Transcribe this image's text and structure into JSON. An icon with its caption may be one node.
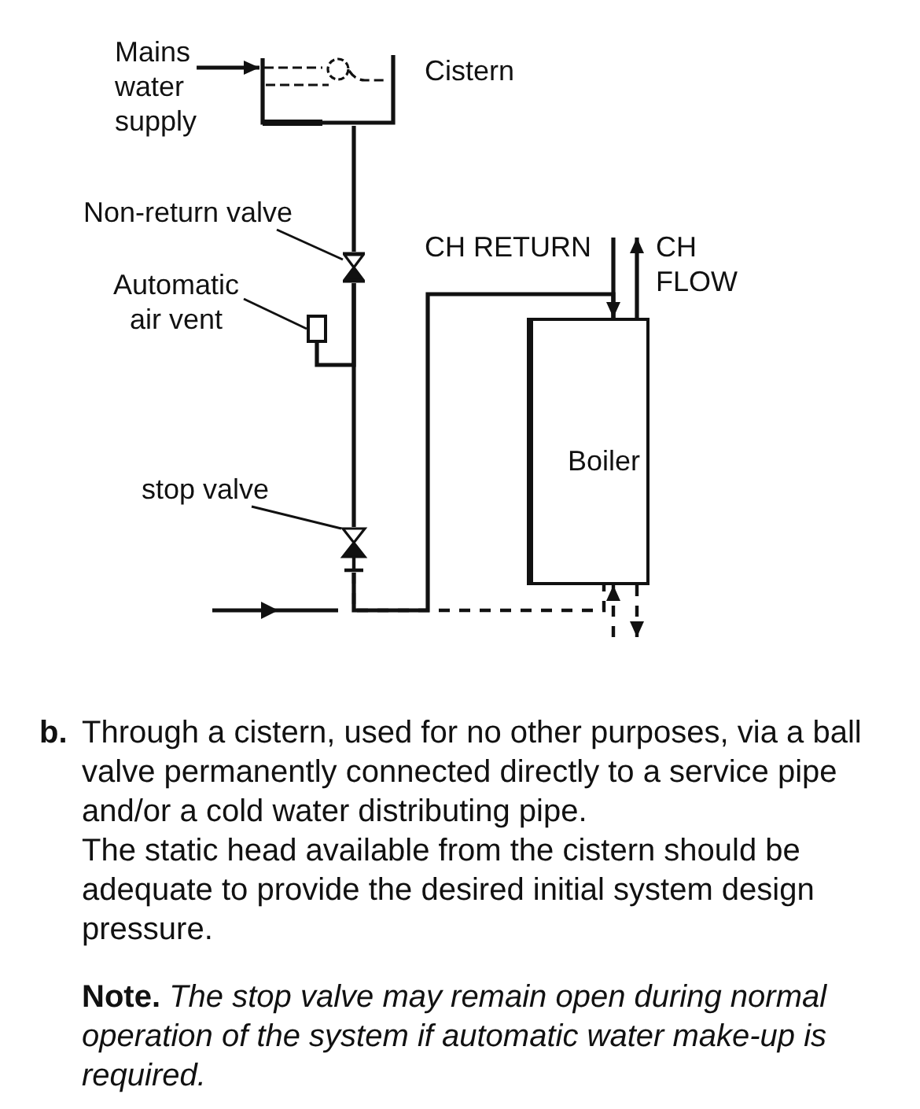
{
  "diagram": {
    "nodes": [
      {
        "text": [
          "Mains water supply"
        ]
      },
      {
        "text": [
          "Cistern"
        ]
      },
      {
        "text": [
          "Non-return valve"
        ]
      },
      {
        "text": [],
        "shape": "valve"
      },
      {
        "text": [
          "Automatic air vent"
        ]
      },
      {
        "text": [],
        "shape": "box"
      },
      {
        "text": [
          "CH RETURN"
        ]
      },
      {
        "text": [
          "CH FLOW"
        ]
      },
      {
        "text": [
          "Boiler"
        ]
      },
      {
        "text": [
          "stop valve"
        ]
      },
      {
        "text": [],
        "shape": "valve"
      }
    ],
    "edges": [
      {
        "from": 0,
        "to": 1,
        "arrow": "to"
      },
      {
        "from": 1,
        "to": 3,
        "arrow": "none"
      },
      {
        "from": 3,
        "to": 10,
        "arrow": "none"
      },
      {
        "from": 3,
        "to": 5,
        "arrow": "none"
      },
      {
        "from": 10,
        "to": 8,
        "arrow": "none"
      },
      {
        "from": 10,
        "to": 8,
        "arrow": "none",
        "style": "dashed"
      },
      {
        "from": 6,
        "to": 8,
        "arrow": "to"
      },
      {
        "from": 8,
        "to": 7,
        "arrow": "to"
      },
      {
        "from": null,
        "to": 8,
        "arrow": "to",
        "style": "dashed"
      },
      {
        "from": 8,
        "to": null,
        "arrow": "to",
        "style": "dashed"
      },
      {
        "from": 2,
        "to": 3,
        "arrow": "none"
      },
      {
        "from": 4,
        "to": 5,
        "arrow": "none"
      },
      {
        "from": 9,
        "to": 10,
        "arrow": "none"
      }
    ],
    "labels": [
      "b.",
      "Through a cistern, used for no other purposes, via a ball valve permanently connected directly to a service pipe and/or a cold water distributing pipe.",
      "The static head available from the cistern should be adequate to provide the desired initial system design pressure.",
      "**Note.** *The stop valve may remain open during normal operation of the system if automatic water make-up is required.*"
    ]
  }
}
